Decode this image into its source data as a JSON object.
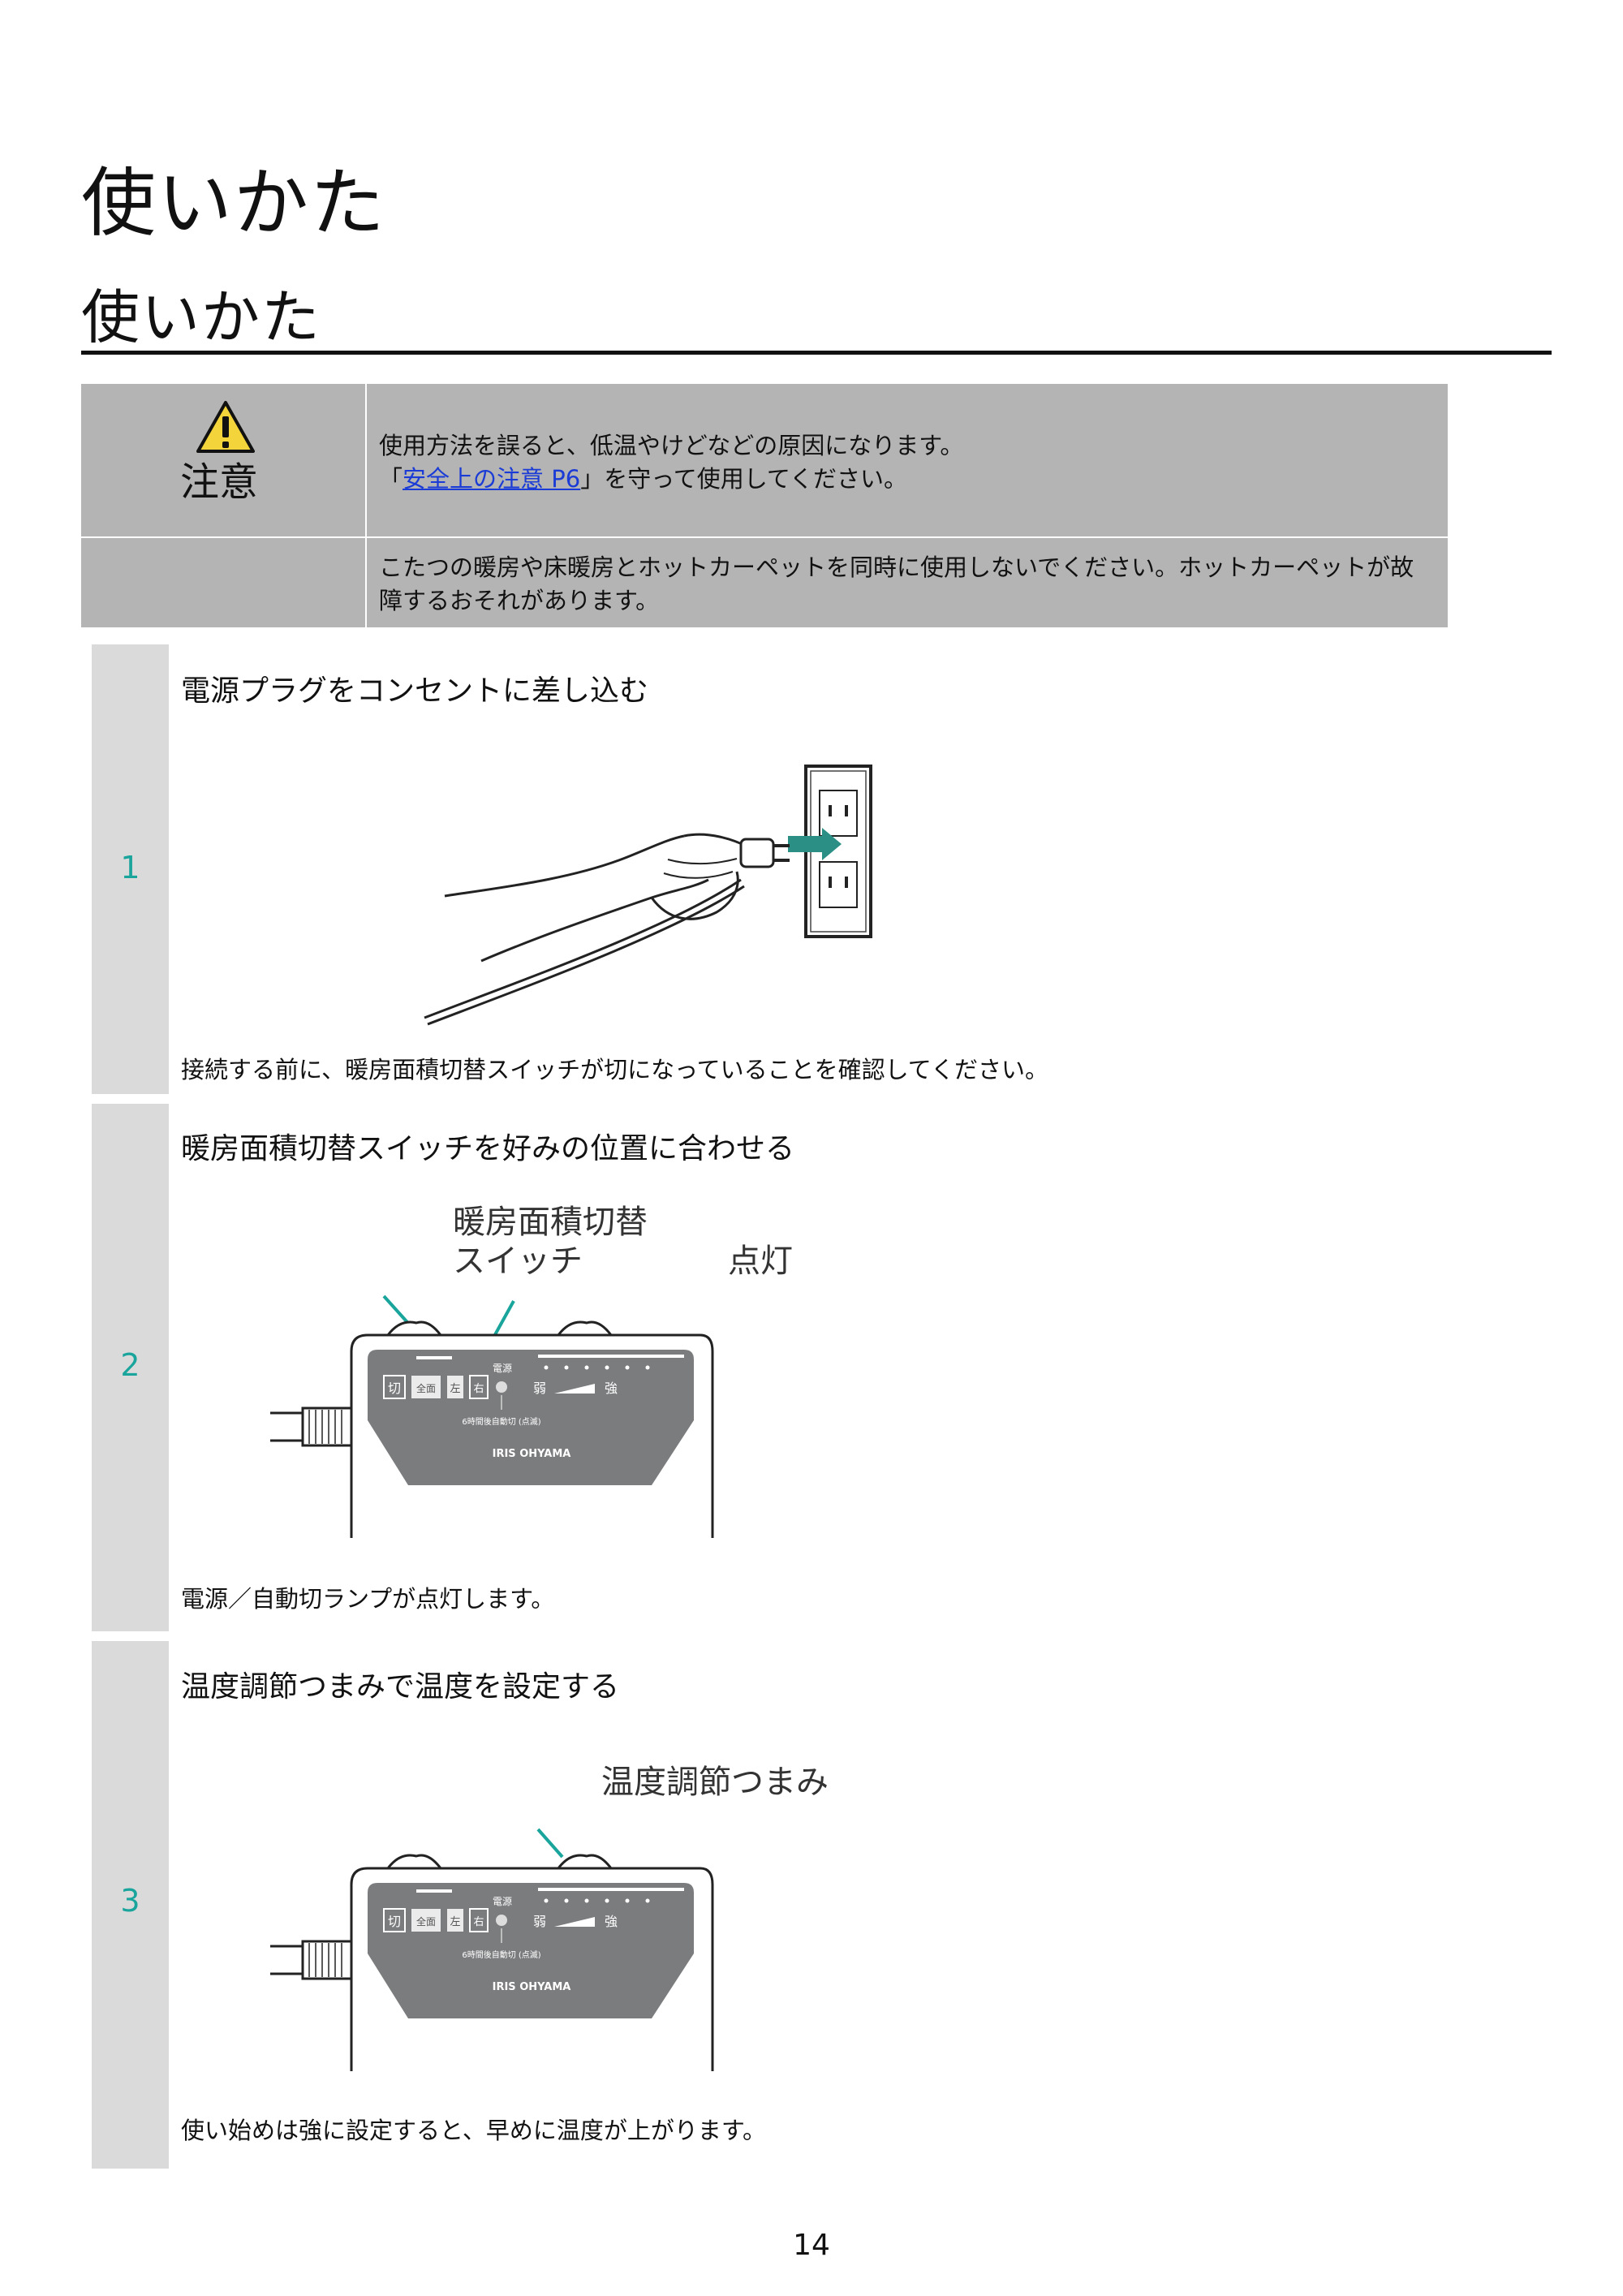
{
  "page": {
    "title": "使いかた",
    "section_title": "使いかた",
    "page_number": "14"
  },
  "caution": {
    "icon": "warning-triangle-icon",
    "label": "注意",
    "line1": "使用方法を誤ると、低温やけどなどの原因になります。",
    "line2_prefix": "「",
    "line2_link": "安全上の注意 P6",
    "line2_suffix": "」を守って使用してください。",
    "line3": "こたつの暖房や床暖房とホットカーペットを同時に使用しないでください。ホットカーペットが故障するおそれがあります。"
  },
  "steps": [
    {
      "number": "1",
      "title": "電源プラグをコンセントに差し込む",
      "note": "接続する前に、暖房面積切替スイッチが切になっていることを確認してください。"
    },
    {
      "number": "2",
      "title": "暖房面積切替スイッチを好みの位置に合わせる",
      "label_switch_1": "暖房面積切替",
      "label_switch_2": "スイッチ",
      "label_lamp": "点灯",
      "note": "電源／自動切ランプが点灯します。"
    },
    {
      "number": "3",
      "title": "温度調節つまみで温度を設定する",
      "label_knob": "温度調節つまみ",
      "note": "使い始めは強に設定すると、早めに温度が上がります。"
    }
  ],
  "controller": {
    "btn_off": "切",
    "btn_all": "全面",
    "btn_left": "左",
    "btn_right": "右",
    "power_label": "電源",
    "weak_label": "弱",
    "strong_label": "強",
    "timer_note": "6時間後自動切 (点滅)",
    "brand": "IRIS OHYAMA"
  },
  "colors": {
    "accent_teal": "#1aa59c",
    "caution_bg": "#b4b4b4",
    "step_bg": "#dadada",
    "panel": "#7b7c7e",
    "link": "#1a3bd6"
  }
}
